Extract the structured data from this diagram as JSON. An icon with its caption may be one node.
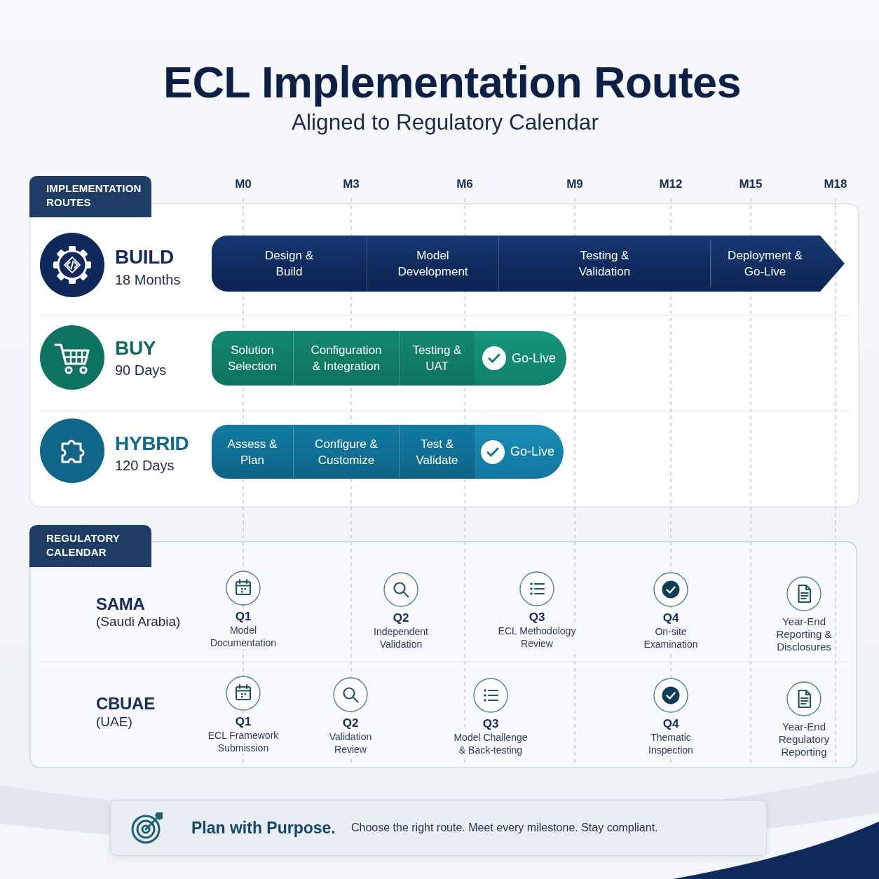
{
  "diagram": {
    "title": "ECL Implementation Routes",
    "nodes": [
      {
        "text": [
          "IMPLEMENTATION ROUTES"
        ]
      },
      {
        "text": [
          "BUILD",
          "18 Months"
        ],
        "in": 0
      },
      {
        "text": [
          "Design & Build"
        ],
        "in": 0
      },
      {
        "text": [
          "Model Development"
        ],
        "in": 0
      },
      {
        "text": [
          "Testing & Validation"
        ],
        "in": 0
      },
      {
        "text": [
          "Deployment & Go-Live"
        ],
        "in": 0
      },
      {
        "text": [
          "BUY",
          "90 Days"
        ],
        "in": 0
      },
      {
        "text": [
          "Solution Selection"
        ],
        "in": 0
      },
      {
        "text": [
          "Configuration & Integration"
        ],
        "in": 0
      },
      {
        "text": [
          "Testing & UAT"
        ],
        "in": 0
      },
      {
        "text": [
          "Go-Live"
        ],
        "in": 0
      },
      {
        "text": [
          "HYBRID",
          "120 Days"
        ],
        "in": 0
      },
      {
        "text": [
          "Assess & Plan"
        ],
        "in": 0
      },
      {
        "text": [
          "Configure & Customize"
        ],
        "in": 0
      },
      {
        "text": [
          "Test & Validate"
        ],
        "in": 0
      },
      {
        "text": [
          "Go-Live"
        ],
        "in": 0
      },
      {
        "text": [
          "REGULATORY CALENDAR"
        ]
      },
      {
        "text": [
          "SAMA",
          "(Saudi Arabia)"
        ],
        "in": 16
      },
      {
        "text": [
          "Q1",
          "Model Documentation"
        ],
        "in": 16
      },
      {
        "text": [
          "Q2",
          "Independent Validation"
        ],
        "in": 16
      },
      {
        "text": [
          "Q3",
          "ECL Methodology Review"
        ],
        "in": 16
      },
      {
        "text": [
          "Q4",
          "On-site Examination"
        ],
        "in": 16
      },
      {
        "text": [
          "Year-End Reporting & Disclosures"
        ],
        "in": 16
      },
      {
        "text": [
          "CBUAE",
          "(UAE)"
        ],
        "in": 16
      },
      {
        "text": [
          "Q1",
          "ECL Framework Submission"
        ],
        "in": 16
      },
      {
        "text": [
          "Q2",
          "Validation Review"
        ],
        "in": 16
      },
      {
        "text": [
          "Q3",
          "Model Challenge & Back-testing"
        ],
        "in": 16
      },
      {
        "text": [
          "Q4",
          "Thematic Inspection"
        ],
        "in": 16
      },
      {
        "text": [
          "Year-End Regulatory Reporting"
        ],
        "in": 16
      },
      {
        "text": [
          "Plan with Purpose.",
          "Choose the right route. Meet every milestone. Stay compliant."
        ]
      }
    ],
    "labels": [
      "Aligned to Regulatory Calendar",
      "M0",
      "M3",
      "M6",
      "M9",
      "M12",
      "M15",
      "M18"
    ]
  }
}
